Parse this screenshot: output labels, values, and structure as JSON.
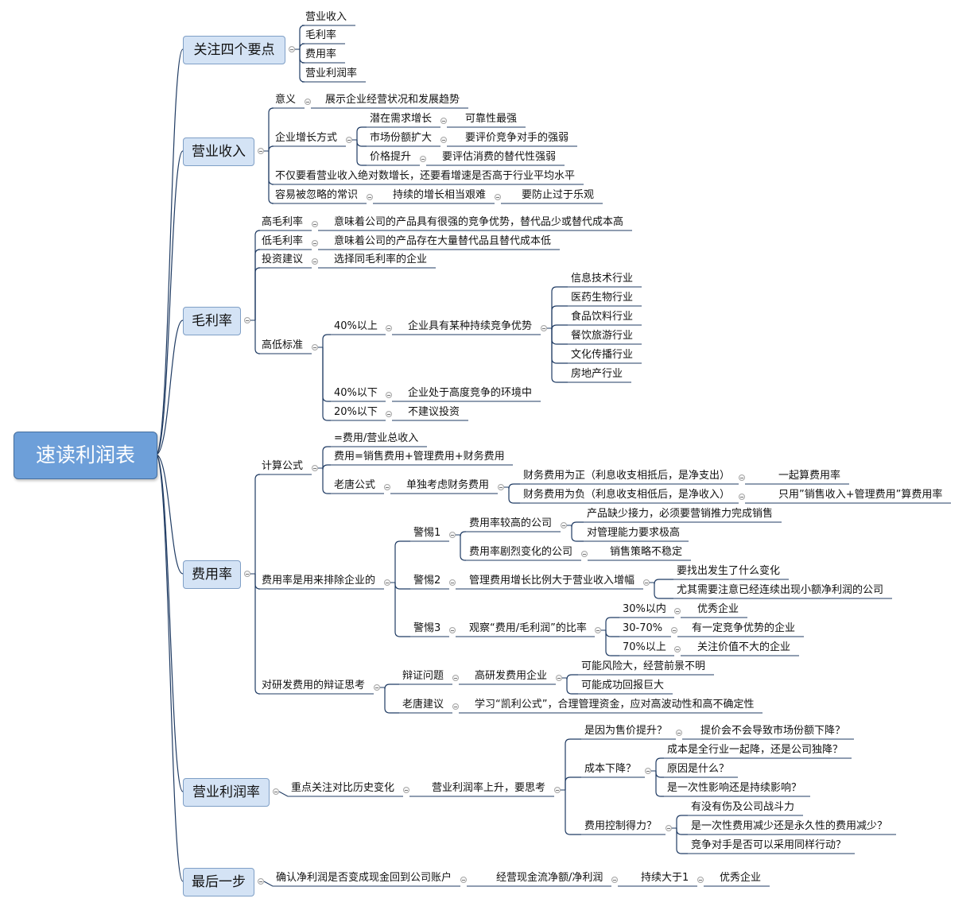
{
  "root": "速读利润表",
  "branches": [
    {
      "label": "关注四个要点",
      "children": [
        {
          "label": "营业收入"
        },
        {
          "label": "毛利率"
        },
        {
          "label": "费用率"
        },
        {
          "label": "营业利润率"
        }
      ]
    },
    {
      "label": "营业收入",
      "children": [
        {
          "label": "意义",
          "children": [
            {
              "label": "展示企业经营状况和发展趋势"
            }
          ]
        },
        {
          "label": "企业增长方式",
          "children": [
            {
              "label": "潜在需求增长",
              "children": [
                {
                  "label": "可靠性最强"
                }
              ]
            },
            {
              "label": "市场份额扩大",
              "children": [
                {
                  "label": "要评价竞争对手的强弱"
                }
              ]
            },
            {
              "label": "价格提升",
              "children": [
                {
                  "label": "要评估消费的替代性强弱"
                }
              ]
            }
          ]
        },
        {
          "label": "不仅要看营业收入绝对数增长，还要看增速是否高于行业平均水平"
        },
        {
          "label": "容易被忽略的常识",
          "children": [
            {
              "label": "持续的增长相当艰难",
              "children": [
                {
                  "label": "要防止过于乐观"
                }
              ]
            }
          ]
        }
      ]
    },
    {
      "label": "毛利率",
      "children": [
        {
          "label": "高毛利率",
          "children": [
            {
              "label": "意味着公司的产品具有很强的竞争优势，替代品少或替代成本高"
            }
          ]
        },
        {
          "label": "低毛利率",
          "children": [
            {
              "label": "意味着公司的产品存在大量替代品且替代成本低"
            }
          ]
        },
        {
          "label": "投资建议",
          "children": [
            {
              "label": "选择同毛利率的企业"
            }
          ]
        },
        {
          "label": "高低标准",
          "children": [
            {
              "label": "40%以上",
              "children": [
                {
                  "label": "企业具有某种持续竞争优势",
                  "children": [
                    {
                      "label": "信息技术行业"
                    },
                    {
                      "label": "医药生物行业"
                    },
                    {
                      "label": "食品饮料行业"
                    },
                    {
                      "label": "餐饮旅游行业"
                    },
                    {
                      "label": "文化传播行业"
                    },
                    {
                      "label": "房地产行业"
                    }
                  ]
                }
              ]
            },
            {
              "label": "40%以下",
              "children": [
                {
                  "label": "企业处于高度竞争的环境中"
                }
              ]
            },
            {
              "label": "20%以下",
              "children": [
                {
                  "label": "不建议投资"
                }
              ]
            }
          ]
        }
      ]
    },
    {
      "label": "费用率",
      "children": [
        {
          "label": "计算公式",
          "children": [
            {
              "label": "=费用/营业总收入"
            },
            {
              "label": "费用=销售费用+管理费用+财务费用"
            },
            {
              "label": "老唐公式",
              "children": [
                {
                  "label": "单独考虑财务费用",
                  "children": [
                    {
                      "label": "财务费用为正（利息收支相抵后，是净支出）",
                      "children": [
                        {
                          "label": "一起算费用率"
                        }
                      ]
                    },
                    {
                      "label": "财务费用为负（利息收支相低后，是净收入）",
                      "children": [
                        {
                          "label": "只用”销售收入+管理费用”算费用率"
                        }
                      ]
                    }
                  ]
                }
              ]
            }
          ]
        },
        {
          "label": "费用率是用来排除企业的",
          "children": [
            {
              "label": "警惕1",
              "children": [
                {
                  "label": "费用率较高的公司",
                  "children": [
                    {
                      "label": "产品缺少接力，必须要营销推力完成销售"
                    },
                    {
                      "label": "对管理能力要求极高"
                    }
                  ]
                },
                {
                  "label": "费用率剧烈变化的公司",
                  "children": [
                    {
                      "label": "销售策略不稳定"
                    }
                  ]
                }
              ]
            },
            {
              "label": "警惕2",
              "children": [
                {
                  "label": "管理费用增长比例大于营业收入增幅",
                  "children": [
                    {
                      "label": "要找出发生了什么变化"
                    },
                    {
                      "label": "尤其需要注意已经连续出现小额净利润的公司"
                    }
                  ]
                }
              ]
            },
            {
              "label": "警惕3",
              "children": [
                {
                  "label": "观察“费用/毛利润”的比率",
                  "children": [
                    {
                      "label": "30%以内",
                      "children": [
                        {
                          "label": "优秀企业"
                        }
                      ]
                    },
                    {
                      "label": "30-70%",
                      "children": [
                        {
                          "label": "有一定竞争优势的企业"
                        }
                      ]
                    },
                    {
                      "label": "70%以上",
                      "children": [
                        {
                          "label": "关注价值不大的企业"
                        }
                      ]
                    }
                  ]
                }
              ]
            }
          ]
        },
        {
          "label": "对研发费用的辩证思考",
          "children": [
            {
              "label": "辩证问题",
              "children": [
                {
                  "label": "高研发费用企业",
                  "children": [
                    {
                      "label": "可能风险大，经营前景不明"
                    },
                    {
                      "label": "可能成功回报巨大"
                    }
                  ]
                }
              ]
            },
            {
              "label": "老唐建议",
              "children": [
                {
                  "label": "学习“凯利公式”，合理管理资金，应对高波动性和高不确定性"
                }
              ]
            }
          ]
        }
      ]
    },
    {
      "label": "营业利润率",
      "children": [
        {
          "label": "重点关注对比历史变化",
          "children": [
            {
              "label": "营业利润率上升，要思考",
              "children": [
                {
                  "label": "是因为售价提升？",
                  "children": [
                    {
                      "label": "提价会不会导致市场份额下降？"
                    }
                  ]
                },
                {
                  "label": "成本下降？",
                  "children": [
                    {
                      "label": "成本是全行业一起降，还是公司独降？"
                    },
                    {
                      "label": "原因是什么？"
                    },
                    {
                      "label": "是一次性影响还是持续影响？"
                    }
                  ]
                },
                {
                  "label": "费用控制得力？",
                  "children": [
                    {
                      "label": "有没有伤及公司战斗力"
                    },
                    {
                      "label": "是一次性费用减少还是永久性的费用减少？"
                    },
                    {
                      "label": "竞争对手是否可以采用同样行动？"
                    }
                  ]
                }
              ]
            }
          ]
        }
      ]
    },
    {
      "label": "最后一步",
      "children": [
        {
          "label": "确认净利润是否变成现金回到公司账户",
          "children": [
            {
              "label": "经营现金流净额/净利润",
              "children": [
                {
                  "label": "持续大于1",
                  "children": [
                    {
                      "label": "优秀企业"
                    }
                  ]
                }
              ]
            }
          ]
        }
      ]
    }
  ],
  "colors": {
    "root_fill": "#6d9fd9",
    "main_fill": "#d4e3f5",
    "line": "#1f3b63"
  }
}
